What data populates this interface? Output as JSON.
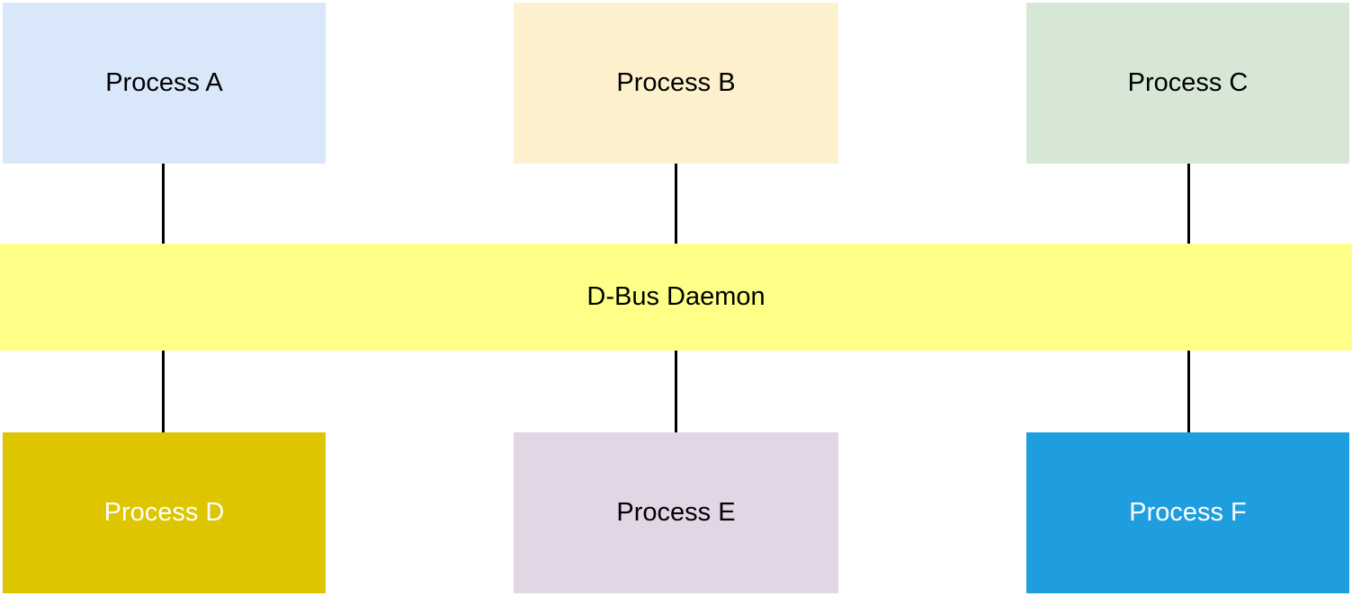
{
  "bus": {
    "label": "D-Bus Daemon",
    "fill": "#feff87",
    "text_color": "#000000"
  },
  "processes": {
    "top": [
      {
        "label": "Process A",
        "fill": "#d9e7fb",
        "text_color": "#000000"
      },
      {
        "label": "Process B",
        "fill": "#fdf0cd",
        "text_color": "#000000"
      },
      {
        "label": "Process C",
        "fill": "#d6e8d5",
        "text_color": "#000000"
      }
    ],
    "bottom": [
      {
        "label": "Process D",
        "fill": "#ddc500",
        "text_color": "#ffffff"
      },
      {
        "label": "Process E",
        "fill": "#e1d6e6",
        "text_color": "#000000"
      },
      {
        "label": "Process F",
        "fill": "#1e9ede",
        "text_color": "#ffffff"
      }
    ]
  },
  "connectors": {
    "color": "#000000"
  }
}
